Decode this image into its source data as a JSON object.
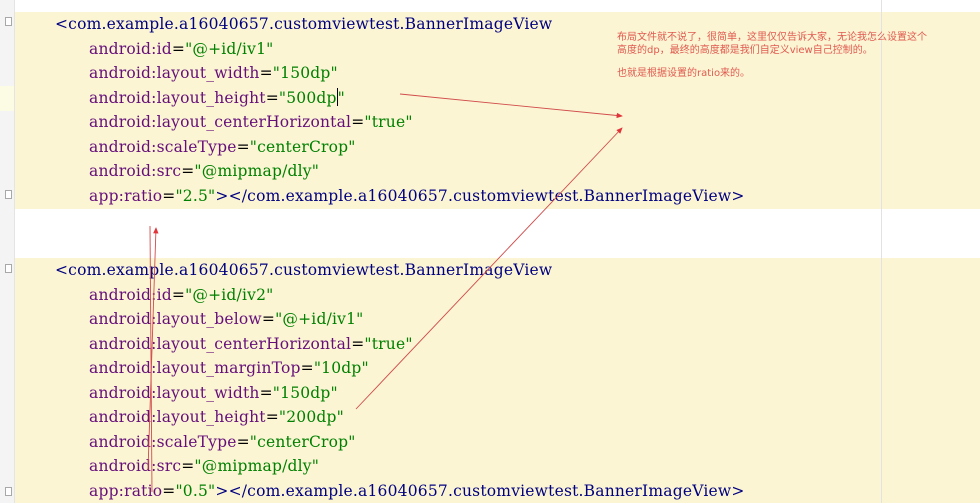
{
  "editor": {
    "blocks": [
      {
        "open_tag": "<com.example.a16040657.customviewtest.BannerImageView",
        "attributes": [
          {
            "name": "android:id",
            "value": "\"@+id/iv1\""
          },
          {
            "name": "android:layout_width",
            "value": "\"150dp\""
          },
          {
            "name": "android:layout_height",
            "value": "\"500dp\"",
            "has_caret": true
          },
          {
            "name": "android:layout_centerHorizontal",
            "value": "\"true\""
          },
          {
            "name": "android:scaleType",
            "value": "\"centerCrop\""
          },
          {
            "name": "android:src",
            "value": "\"@mipmap/dly\""
          },
          {
            "name": "app:ratio",
            "value": "\"2.5\"",
            "closing": "></com.example.a16040657.customviewtest.BannerImageView>"
          }
        ]
      },
      {
        "open_tag": "<com.example.a16040657.customviewtest.BannerImageView",
        "attributes": [
          {
            "name": "android:id",
            "value": "\"@+id/iv2\""
          },
          {
            "name": "android:layout_below",
            "value": "\"@+id/iv1\""
          },
          {
            "name": "android:layout_centerHorizontal",
            "value": "\"true\""
          },
          {
            "name": "android:layout_marginTop",
            "value": "\"10dp\""
          },
          {
            "name": "android:layout_width",
            "value": "\"150dp\""
          },
          {
            "name": "android:layout_height",
            "value": "\"200dp\""
          },
          {
            "name": "android:scaleType",
            "value": "\"centerCrop\""
          },
          {
            "name": "android:src",
            "value": "\"@mipmap/dly\""
          },
          {
            "name": "app:ratio",
            "value": "\"0.5\"",
            "closing": "></com.example.a16040657.customviewtest.BannerImageView>"
          }
        ]
      }
    ]
  },
  "annotation": {
    "line1": "布局文件就不说了，很简单，这里仅仅告诉大家，无论我怎么设置这个",
    "line2": "高度的dp，最终的高度都是我们自定义view自己控制的。",
    "line3": "也就是根据设置的ratio来的。"
  },
  "colors": {
    "tag": "#000080",
    "attribute": "#660e7a",
    "value": "#008000",
    "highlight": "#fbf5d3",
    "annotation": "#e05a50"
  }
}
